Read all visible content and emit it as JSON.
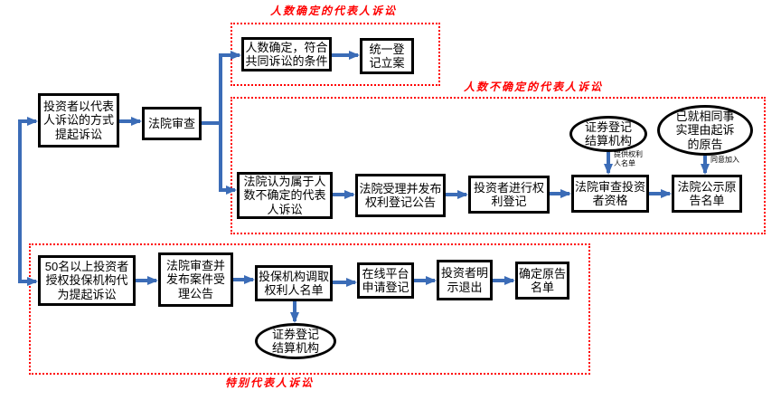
{
  "colors": {
    "arrow_blue": "#3B6CB7",
    "region_red": "#FF0000",
    "box_border": "#000000",
    "box_fill": "#FFFFFF"
  },
  "regions": {
    "fixed": {
      "label": "人数确定的代表人诉讼"
    },
    "unfixed": {
      "label": "人数不确定的代表人诉讼"
    },
    "special": {
      "label": "特别代表人诉讼"
    }
  },
  "nodes": {
    "start": {
      "label": "投资者以代表人诉讼的方式提起诉讼"
    },
    "court_review": {
      "label": "法院审查"
    },
    "fixed_condition": {
      "label": "人数确定，符合共同诉讼的条件"
    },
    "unified_filing": {
      "label": "统一登记立案"
    },
    "unfixed_decision": {
      "label": "法院认为属于人数不确定的代表人诉讼"
    },
    "accept_publish": {
      "label": "法院受理并发布权利登记公告"
    },
    "investor_register": {
      "label": "投资者进行权利登记"
    },
    "review_qualification": {
      "label": "法院审查投资者资格"
    },
    "publish_plaintiffs": {
      "label": "法院公示原告名单"
    },
    "csdc_mid": {
      "label": "证券登记结算机构"
    },
    "same_fact_plaintiffs": {
      "label": "已就相同事实理由起诉的原告"
    },
    "fifty_investors": {
      "label": "50名以上投资者授权投保机构代为提起诉讼"
    },
    "case_accept_publish": {
      "label": "法院审查并发布案件受理公告"
    },
    "sipf_retrieve": {
      "label": "投保机构调取权利人名单"
    },
    "online_register": {
      "label": "在线平台申请登记"
    },
    "optout": {
      "label": "投资者明示退出"
    },
    "confirm_plaintiffs": {
      "label": "确定原告名单"
    },
    "csdc_bottom": {
      "label": "证券登记结算机构"
    }
  },
  "edge_labels": {
    "provide_list": {
      "label": "提供权利人名单"
    },
    "agree_join": {
      "label": "同意加入"
    }
  }
}
